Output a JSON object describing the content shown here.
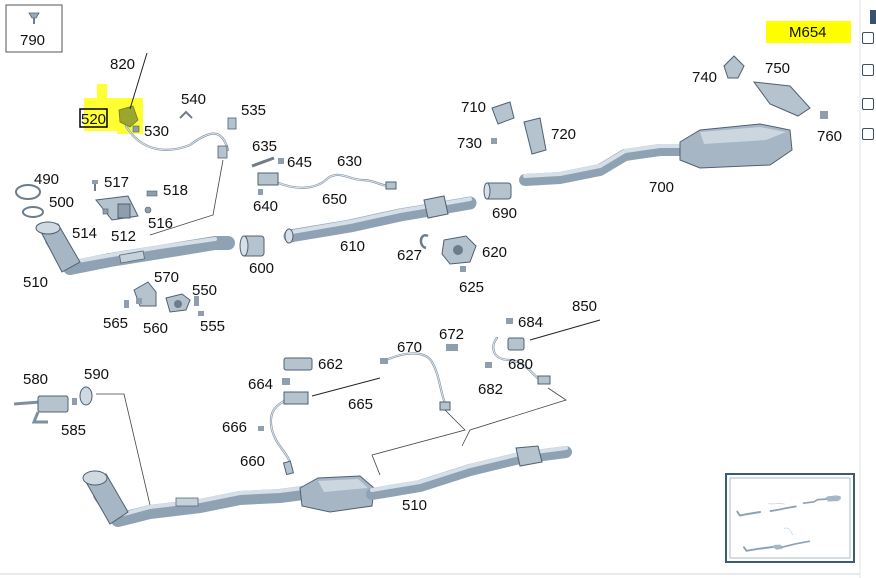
{
  "legend_box": {
    "number": "790"
  },
  "model_tag": {
    "label": "M654",
    "color": "#ffff00"
  },
  "highlight": {
    "color": "#ffff33",
    "label": "520"
  },
  "labels": {
    "l820": "820",
    "l520": "520",
    "l540": "540",
    "l535": "535",
    "l530": "530",
    "l490": "490",
    "l500": "500",
    "l517": "517",
    "l518": "518",
    "l516": "516",
    "l514": "514",
    "l512": "512",
    "l510a": "510",
    "l570": "570",
    "l550": "550",
    "l565": "565",
    "l560": "560",
    "l555": "555",
    "l635": "635",
    "l645": "645",
    "l630": "630",
    "l640": "640",
    "l650": "650",
    "l610": "610",
    "l600": "600",
    "l627": "627",
    "l620": "620",
    "l625": "625",
    "l710": "710",
    "l730": "730",
    "l720": "720",
    "l690": "690",
    "l700": "700",
    "l740": "740",
    "l750": "750",
    "l760": "760",
    "l580": "580",
    "l590": "590",
    "l585": "585",
    "l662": "662",
    "l664": "664",
    "l665": "665",
    "l666": "666",
    "l660": "660",
    "l670": "670",
    "l672": "672",
    "l682": "682",
    "l684": "684",
    "l680": "680",
    "l850": "850",
    "l510b": "510"
  },
  "icons": {
    "legend": "clip-icon",
    "sidebar": [
      "bookmark-icon",
      "page-icon",
      "copy-icon",
      "document-icon",
      "print-icon"
    ]
  },
  "colors": {
    "pipe": "#8fa2b3",
    "pipe_highlight": "#d4dfe8",
    "part": "#b5c3cf"
  }
}
